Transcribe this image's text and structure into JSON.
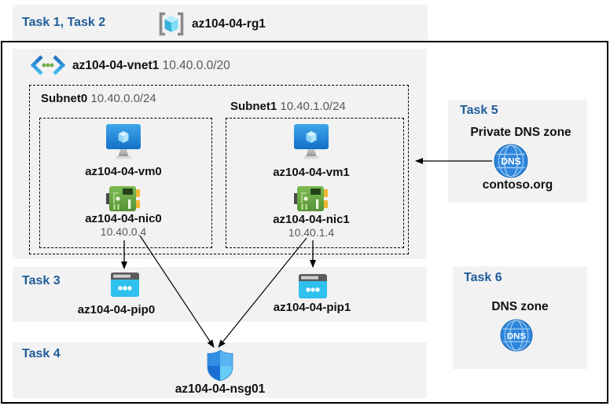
{
  "header": {
    "tasks_label": "Task 1, Task 2",
    "rg_label": "az104-04-rg1"
  },
  "vnet": {
    "name": "az104-04-vnet1",
    "cidr": "10.40.0.0/20"
  },
  "subnet0": {
    "name": "Subnet0",
    "cidr": "10.40.0.0/24",
    "vm_name": "az104-04-vm0",
    "nic_name": "az104-04-nic0",
    "nic_ip": "10.40.0.4"
  },
  "subnet1": {
    "name": "Subnet1",
    "cidr": "10.40.1.0/24",
    "vm_name": "az104-04-vm1",
    "nic_name": "az104-04-nic1",
    "nic_ip": "10.40.1.4"
  },
  "task3": {
    "label": "Task 3",
    "pip0_label": "az104-04-pip0",
    "pip1_label": "az104-04-pip1"
  },
  "task4": {
    "label": "Task 4",
    "nsg_label": "az104-04-nsg01"
  },
  "task5": {
    "label": "Task 5",
    "title": "Private DNS zone",
    "zone_name": "contoso.org",
    "dns_icon_text": "DNS"
  },
  "task6": {
    "label": "Task 6",
    "title": "DNS zone",
    "dns_icon_text": "DNS"
  },
  "colors": {
    "task_label_blue": "#1F5C99",
    "band_gray": "#F2F2F2",
    "muted_text": "#595959",
    "dns_blue": "#2E86DC",
    "pip_cyan": "#2FC0EE",
    "nic_green": "#6CB043"
  }
}
